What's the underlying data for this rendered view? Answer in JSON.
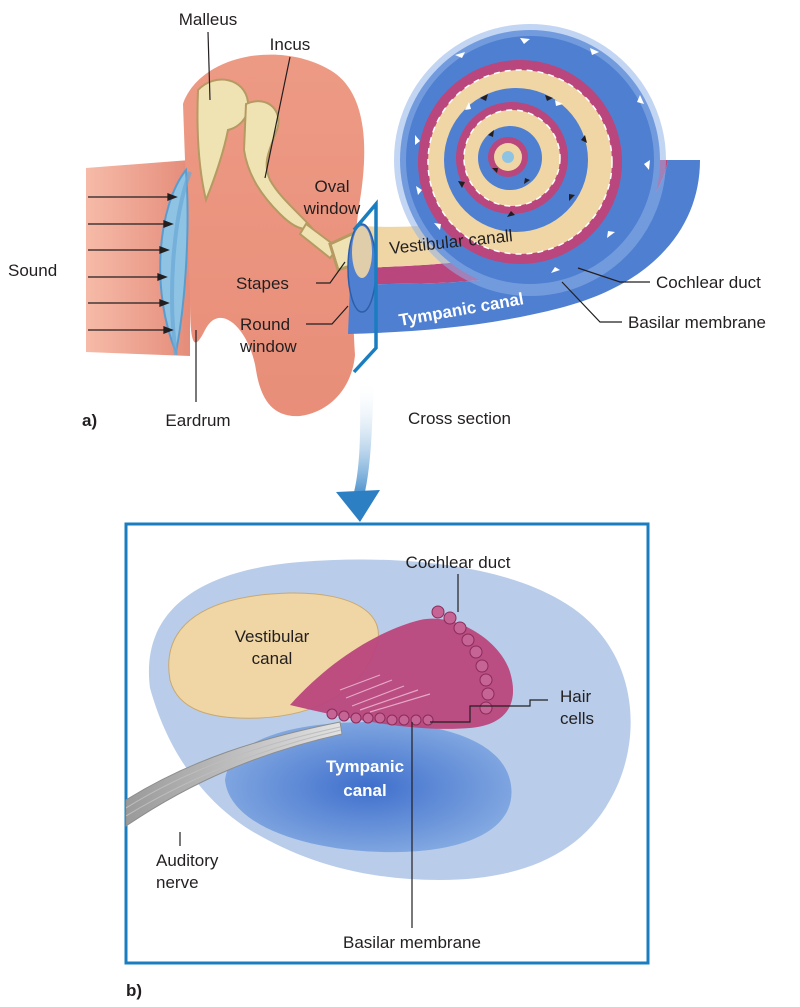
{
  "figure_a": {
    "tag": "a)",
    "labels": {
      "malleus": "Malleus",
      "incus": "Incus",
      "oval_window_1": "Oval",
      "oval_window_2": "window",
      "sound": "Sound",
      "stapes": "Stapes",
      "round_window_1": "Round",
      "round_window_2": "window",
      "eardrum": "Eardrum",
      "vestibular_canal": "Vestibular canall",
      "tympanic_canal": "Tympanic canal",
      "cochlear_duct": "Cochlear duct",
      "basilar_membrane": "Basilar membrane",
      "cross_section": "Cross section"
    }
  },
  "figure_b": {
    "tag": "b)",
    "labels": {
      "cochlear_duct": "Cochlear duct",
      "vestibular_canal_1": "Vestibular",
      "vestibular_canal_2": "canal",
      "hair_cells_1": "Hair",
      "hair_cells_2": "cells",
      "tympanic_canal_1": "Tympanic",
      "tympanic_canal_2": "canal",
      "auditory_nerve_1": "Auditory",
      "auditory_nerve_2": "nerve",
      "basilar_membrane": "Basilar membrane"
    }
  },
  "colors": {
    "ear_canal": "#ef9f8c",
    "middle_ear": "#e58c7a",
    "bone": "#efe3b4",
    "eardrum": "#8fc3e3",
    "vestibular": "#efd6a4",
    "tympanic": "#4f7fd1",
    "cochlear_duct": "#b9467c",
    "frame": "#1a7dc0",
    "fluid": "#b9cdea"
  }
}
